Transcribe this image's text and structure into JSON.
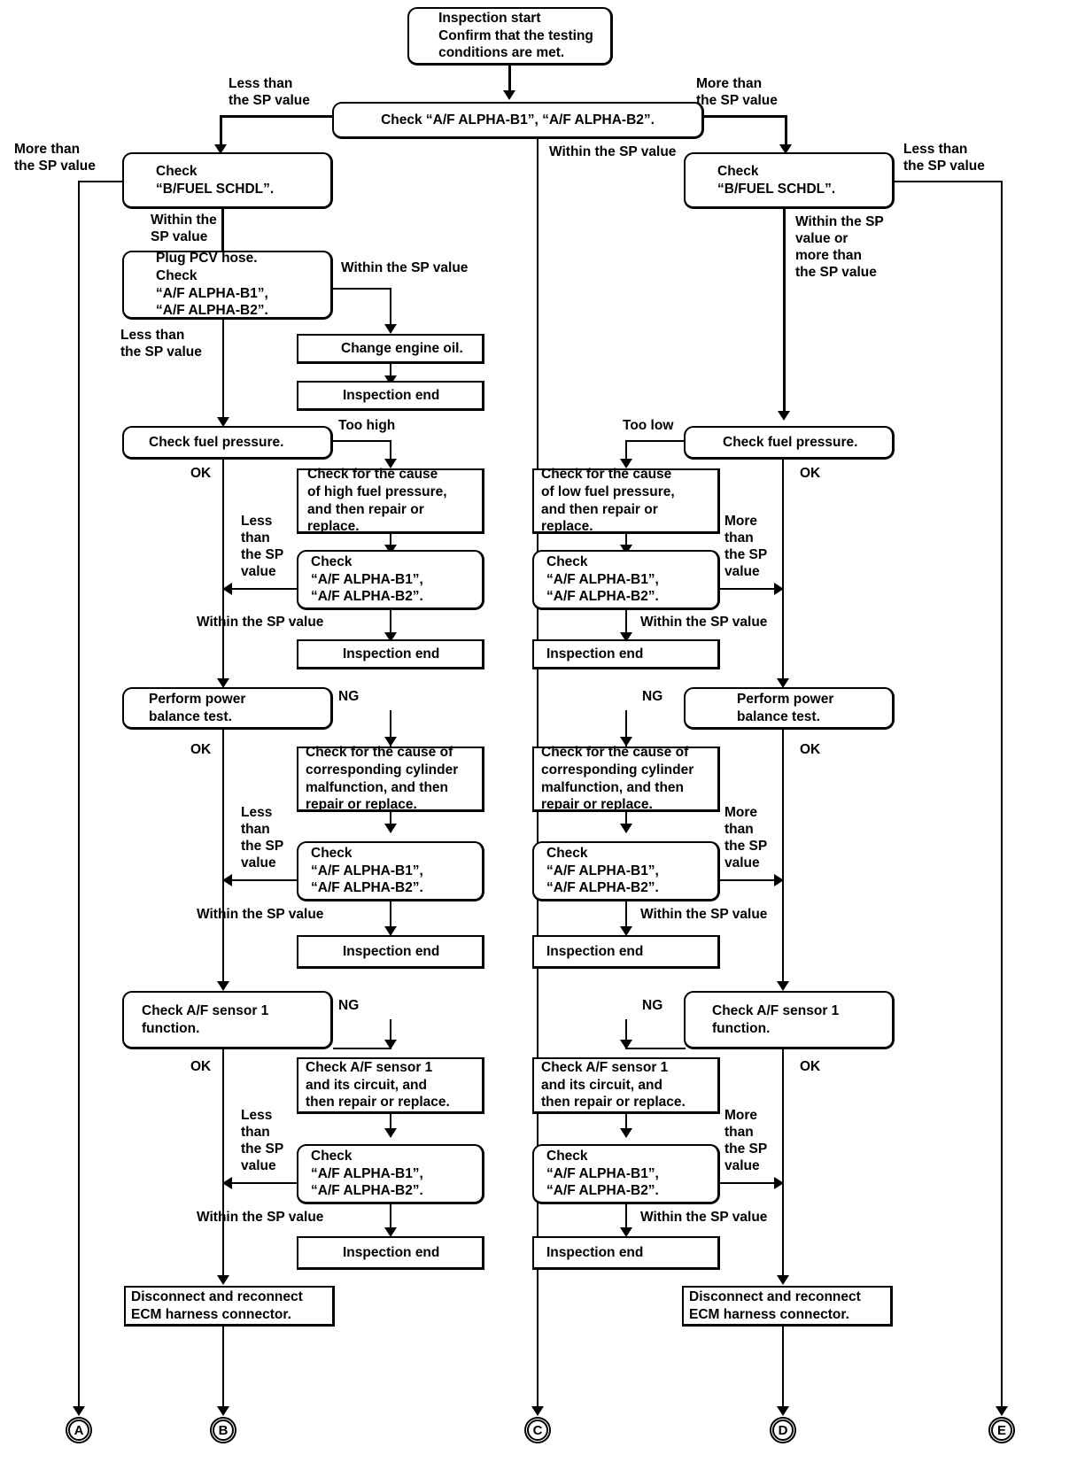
{
  "diagram": {
    "title": "A/F ALPHA diagnostic flowchart",
    "line_color": "#000000",
    "background": "#ffffff"
  },
  "nodes": {
    "start": "Inspection start\nConfirm that the testing\nconditions are met.",
    "check_alpha_top": "Check “A/F ALPHA-B1”, “A/F ALPHA-B2”.",
    "bfuel_left": "Check\n“B/FUEL SCHDL”.",
    "bfuel_right": "Check\n“B/FUEL SCHDL”.",
    "plug_pcv": "Plug PCV hose.\nCheck\n“A/F ALPHA-B1”,\n“A/F ALPHA-B2”.",
    "change_oil": "Change engine oil.",
    "insp_end_1": "Inspection end",
    "fuel_press_left": "Check fuel pressure.",
    "fuel_press_right": "Check fuel pressure.",
    "high_fuel_cause": "Check for the cause\nof high fuel pressure,\nand then repair or\nreplace.",
    "low_fuel_cause": "Check for the cause\nof low fuel pressure,\nand then repair or\nreplace.",
    "check_alpha_l2": "Check\n“A/F ALPHA-B1”,\n“A/F ALPHA-B2”.",
    "check_alpha_r2": "Check\n“A/F ALPHA-B1”,\n“A/F ALPHA-B2”.",
    "insp_end_2": "Inspection end",
    "insp_end_3": "Inspection end",
    "power_balance_l": "Perform power\nbalance test.",
    "power_balance_r": "Perform power\nbalance test.",
    "cyl_cause_l": "Check for the cause of\ncorresponding cylinder\nmalfunction, and then\nrepair or replace.",
    "cyl_cause_r": "Check for the cause of\ncorresponding cylinder\nmalfunction, and then\nrepair or replace.",
    "check_alpha_l3": "Check\n“A/F ALPHA-B1”,\n“A/F ALPHA-B2”.",
    "check_alpha_r3": "Check\n“A/F ALPHA-B1”,\n“A/F ALPHA-B2”.",
    "insp_end_4": "Inspection end",
    "insp_end_5": "Inspection end",
    "af_sensor_l": "Check A/F sensor 1\nfunction.",
    "af_sensor_r": "Check A/F sensor 1\nfunction.",
    "af_circuit_l": "Check A/F sensor 1\nand its circuit, and\nthen repair or replace.",
    "af_circuit_r": "Check A/F sensor 1\nand its circuit, and\nthen repair or replace.",
    "check_alpha_l4": "Check\n“A/F ALPHA-B1”,\n“A/F ALPHA-B2”.",
    "check_alpha_r4": "Check\n“A/F ALPHA-B1”,\n“A/F ALPHA-B2”.",
    "insp_end_6": "Inspection end",
    "insp_end_7": "Inspection end",
    "ecm_left": "Disconnect and reconnect\nECM harness connector.",
    "ecm_right": "Disconnect and reconnect\nECM harness connector."
  },
  "edge_labels": {
    "less_than_sp_top_left": "Less than\nthe SP value",
    "more_than_sp_top_right": "More than\nthe SP value",
    "more_than_sp_far_left": "More than\nthe SP value",
    "less_than_sp_far_right": "Less than\nthe SP value",
    "within_sp_center": "Within the SP value",
    "within_sp_left_1": "Within the\nSP value",
    "within_sp_right_1": "Within the SP\nvalue or\nmore than\nthe SP value",
    "within_sp_pcv": "Within the SP value",
    "less_than_sp_pcv": "Less than\nthe SP value",
    "too_high": "Too high",
    "too_low": "Too low",
    "ok_l1": "OK",
    "ok_r1": "OK",
    "less_than_sp_stack_l1": "Less\nthan\nthe SP\nvalue",
    "more_than_sp_stack_r1": "More\nthan\nthe SP\nvalue",
    "within_sp_l1": "Within the SP value",
    "within_sp_r1": "Within the SP value",
    "ng_l1": "NG",
    "ng_r1": "NG",
    "ok_l2": "OK",
    "ok_r2": "OK",
    "less_than_sp_stack_l2": "Less\nthan\nthe SP\nvalue",
    "more_than_sp_stack_r2": "More\nthan\nthe SP\nvalue",
    "within_sp_l2": "Within the SP value",
    "within_sp_r2": "Within the SP value",
    "ng_l3": "NG",
    "ng_r3": "NG",
    "ok_l3": "OK",
    "ok_r3": "OK",
    "less_than_sp_stack_l3": "Less\nthan\nthe SP\nvalue",
    "more_than_sp_stack_r3": "More\nthan\nthe SP\nvalue",
    "within_sp_l3": "Within the SP value",
    "within_sp_r3": "Within the SP value"
  },
  "terminators": [
    {
      "id": "A",
      "label": "A"
    },
    {
      "id": "B",
      "label": "B"
    },
    {
      "id": "C",
      "label": "C"
    },
    {
      "id": "D",
      "label": "D"
    },
    {
      "id": "E",
      "label": "E"
    }
  ]
}
